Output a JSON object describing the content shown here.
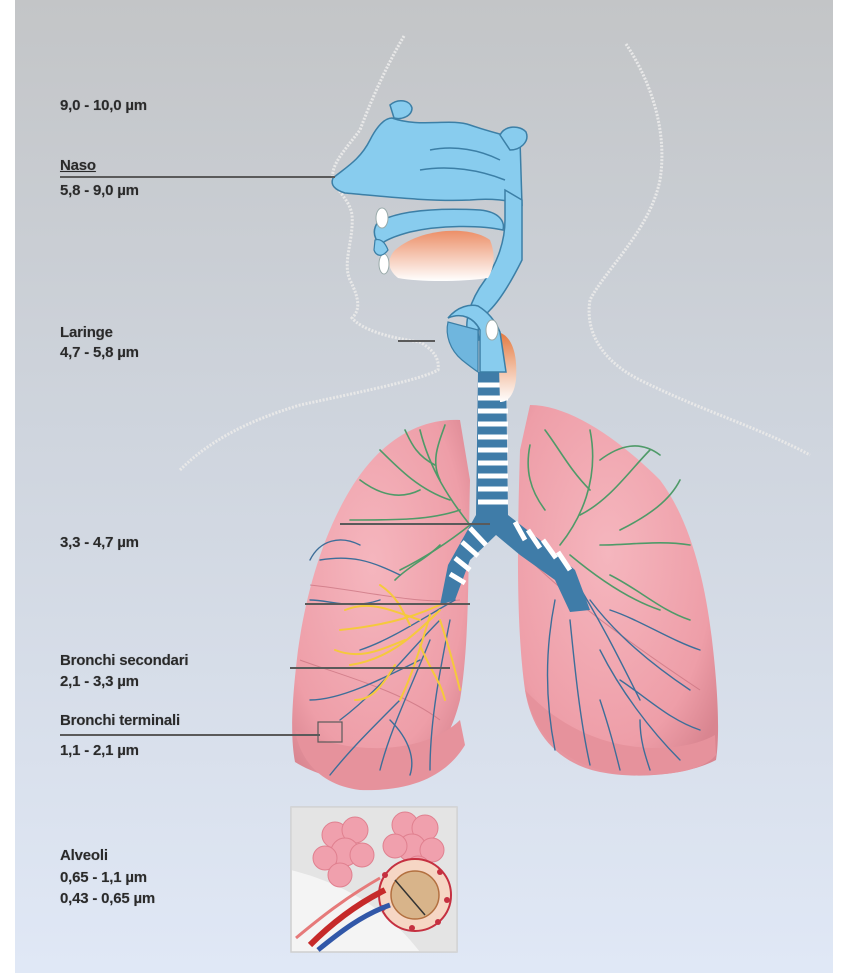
{
  "colors": {
    "bg_top": "#c4c6c8",
    "bg_bottom": "#dfe7f4",
    "airway": "#88ccee",
    "lung": "#f2aab3",
    "bronchi_green": "#4f9a68",
    "bronchi_blue": "#3d6e99",
    "bronchi_yellow": "#f5c93c"
  },
  "labels": {
    "range_top": "9,0 - 10,0 µm",
    "naso": "Naso",
    "naso_range": "5,8 - 9,0 µm",
    "laringe": "Laringe",
    "laringe_range": "4,7 - 5,8 µm",
    "trachea_range": "3,3 - 4,7 µm",
    "bronchi_secondari": "Bronchi secondari",
    "bronchi_secondari_range": "2,1 - 3,3 µm",
    "bronchi_terminali": "Bronchi terminali",
    "bronchi_terminali_range": "1,1 - 2,1 µm",
    "alveoli": "Alveoli",
    "alveoli_range_1": "0,65  -  1,1 µm",
    "alveoli_range_2": "0,43 - 0,65 µm"
  }
}
